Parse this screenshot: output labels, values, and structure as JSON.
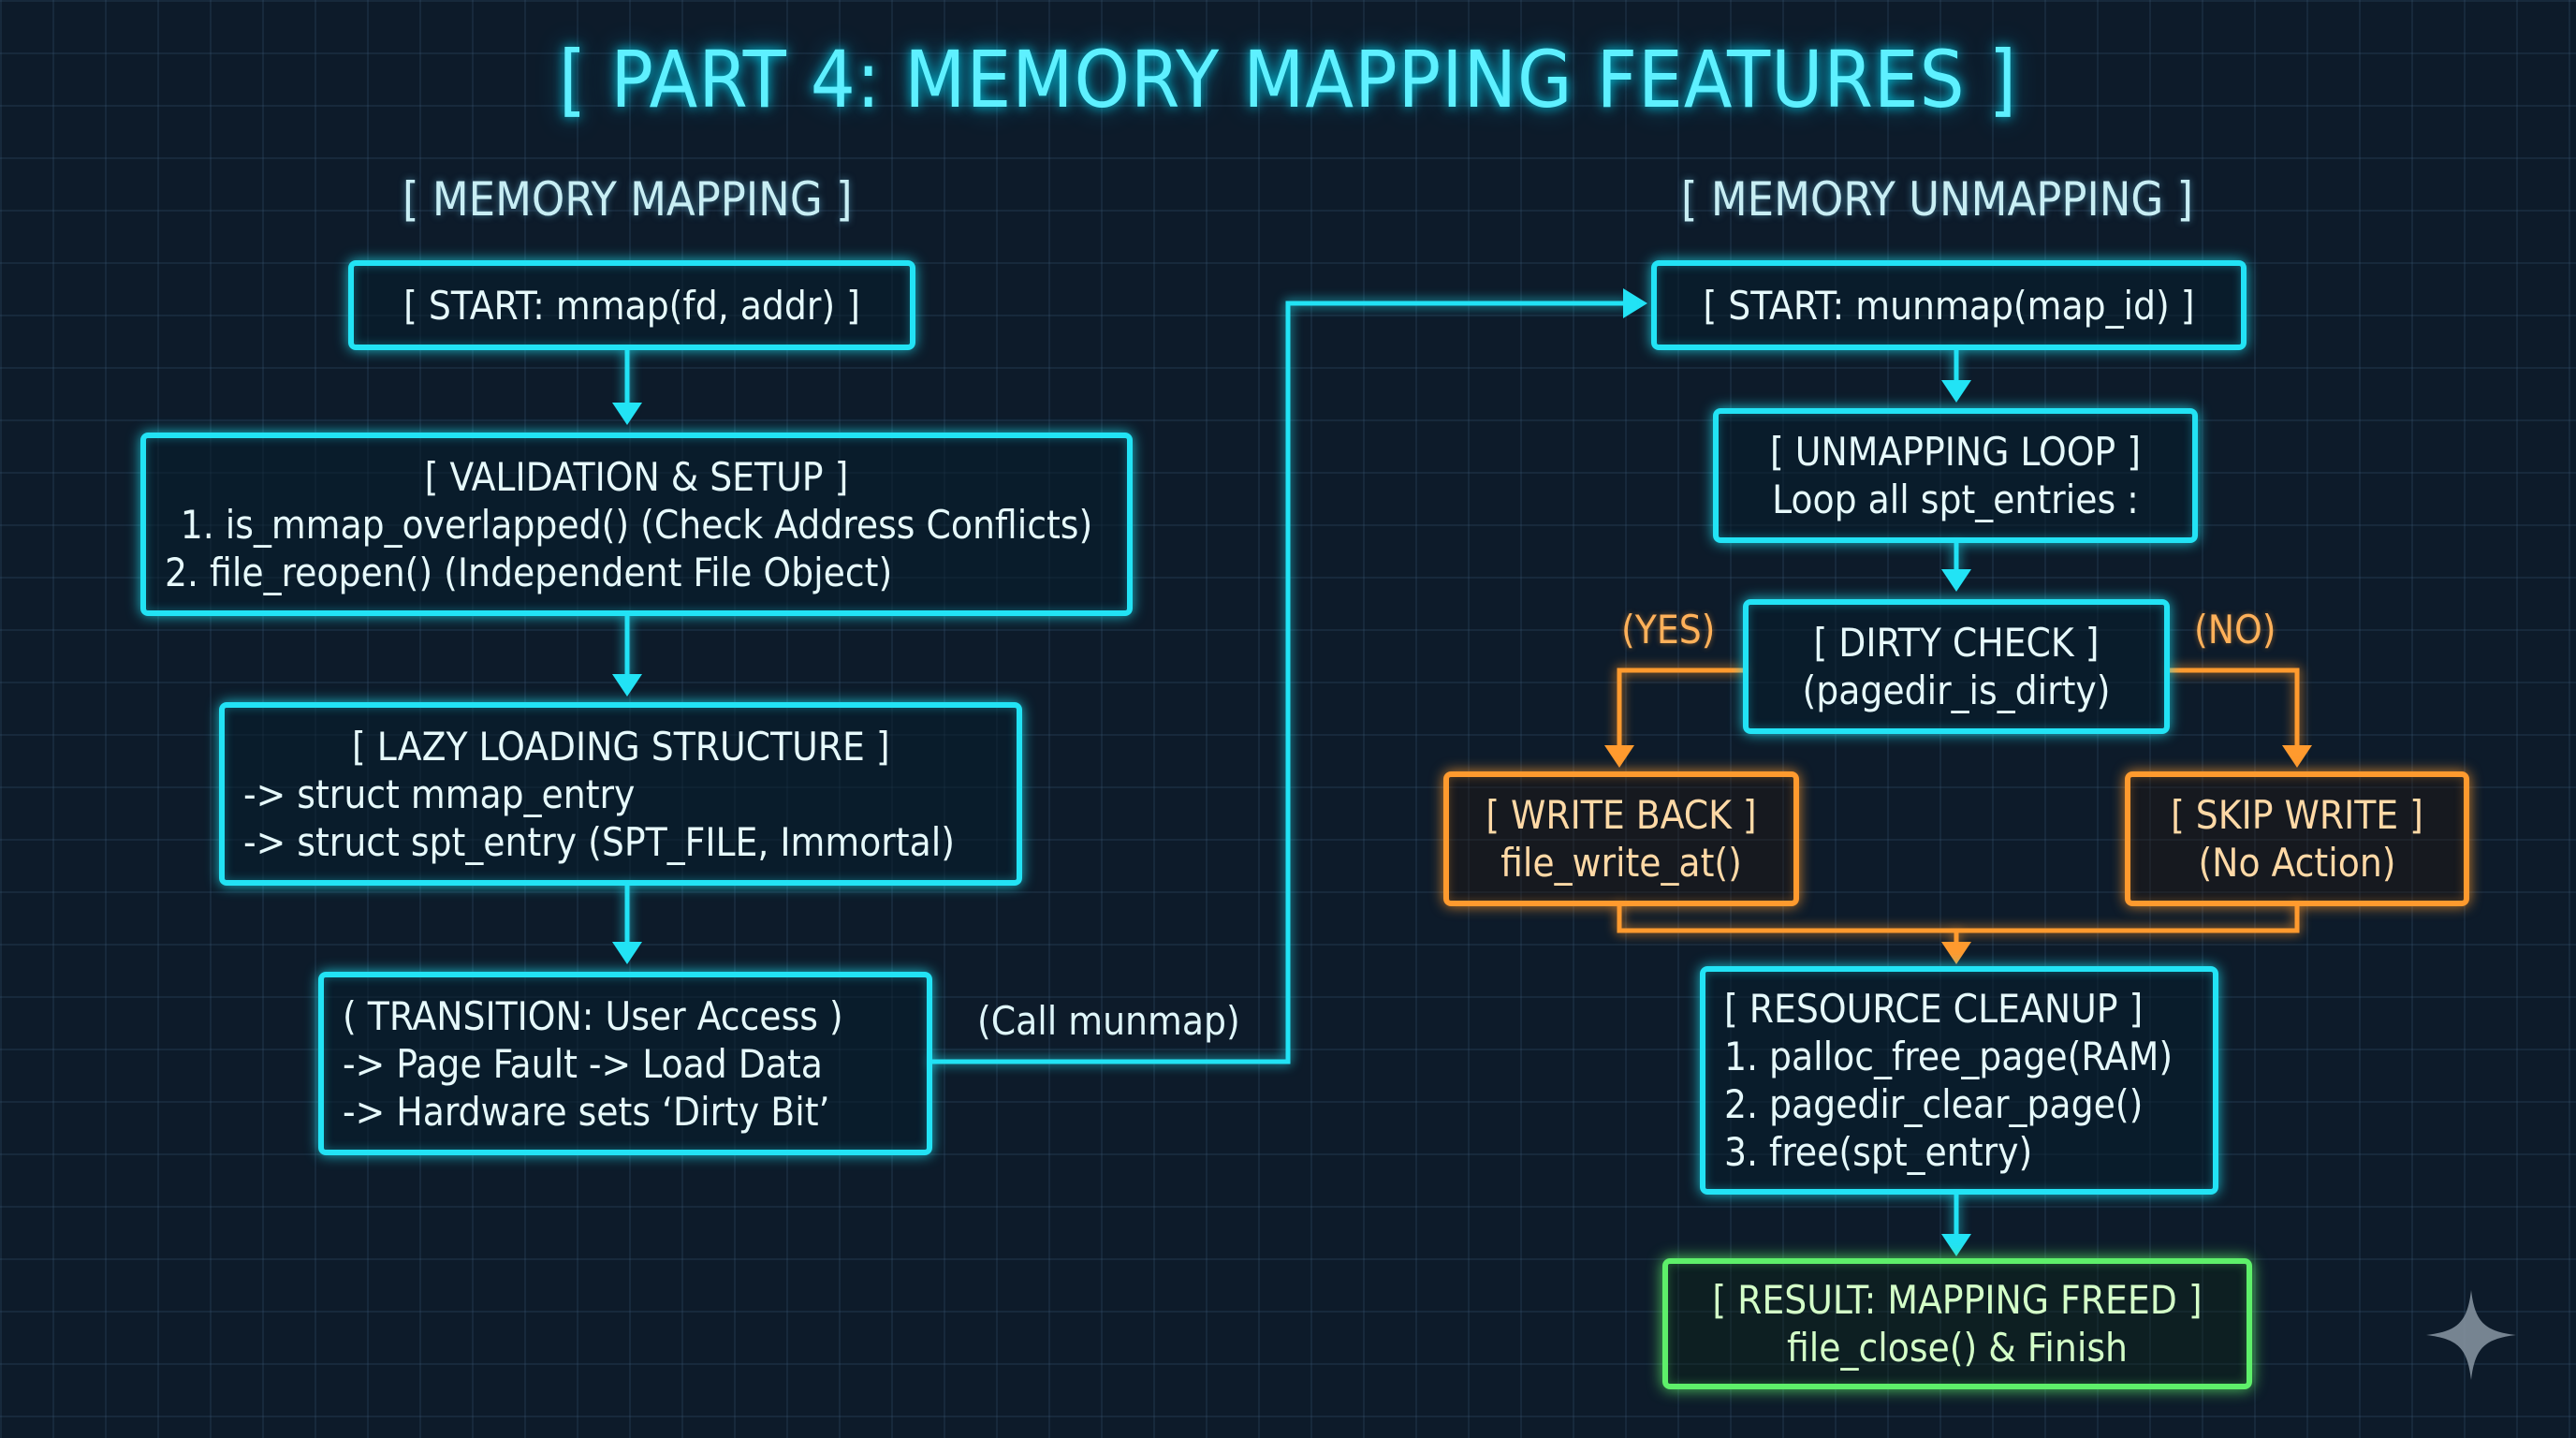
{
  "title": "[ PART 4: MEMORY MAPPING FEATURES ]",
  "left_heading": "[ MEMORY MAPPING ]",
  "right_heading": "[ MEMORY UNMAPPING ]",
  "nodes": {
    "start_mmap": {
      "lines": [
        "[ START: mmap(fd, addr) ]"
      ]
    },
    "validation": {
      "lines": [
        "[ VALIDATION & SETUP ]",
        "1. is_mmap_overlapped() (Check Address Conflicts)",
        "2. file_reopen() (Independent File Object)"
      ]
    },
    "lazy_loading": {
      "lines": [
        "[ LAZY LOADING STRUCTURE ]",
        "-> struct mmap_entry",
        "-> struct spt_entry (SPT_FILE, Immortal)"
      ]
    },
    "transition": {
      "lines": [
        "( TRANSITION: User Access )",
        "-> Page Fault -> Load Data",
        "-> Hardware sets ‘Dirty Bit’"
      ]
    },
    "start_munmap": {
      "lines": [
        "[ START: munmap(map_id) ]"
      ]
    },
    "unmapping_loop": {
      "lines": [
        "[ UNMAPPING LOOP ]",
        "Loop all spt_entries :"
      ]
    },
    "dirty_check": {
      "lines": [
        "[ DIRTY CHECK ]",
        "(pagedir_is_dirty)"
      ]
    },
    "write_back": {
      "lines": [
        "[ WRITE BACK ]",
        "file_write_at()"
      ]
    },
    "skip_write": {
      "lines": [
        "[ SKIP WRITE ]",
        "(No Action)"
      ]
    },
    "resource_cleanup": {
      "lines": [
        "[ RESOURCE CLEANUP ]",
        "1. palloc_free_page(RAM)",
        "2. pagedir_clear_page()",
        "3. free(spt_entry)"
      ]
    },
    "result": {
      "lines": [
        "[ RESULT: MAPPING FREED ]",
        "file_close() & Finish"
      ]
    }
  },
  "edge_labels": {
    "call_munmap": "(Call munmap)",
    "yes": "(YES)",
    "no": "(NO)"
  },
  "colors": {
    "background": "#0d1b2a",
    "cyan": "#22e3f5",
    "orange": "#ff9a2e",
    "green": "#5ef06a"
  },
  "icons": {
    "corner_logo": "sparkle-icon"
  }
}
